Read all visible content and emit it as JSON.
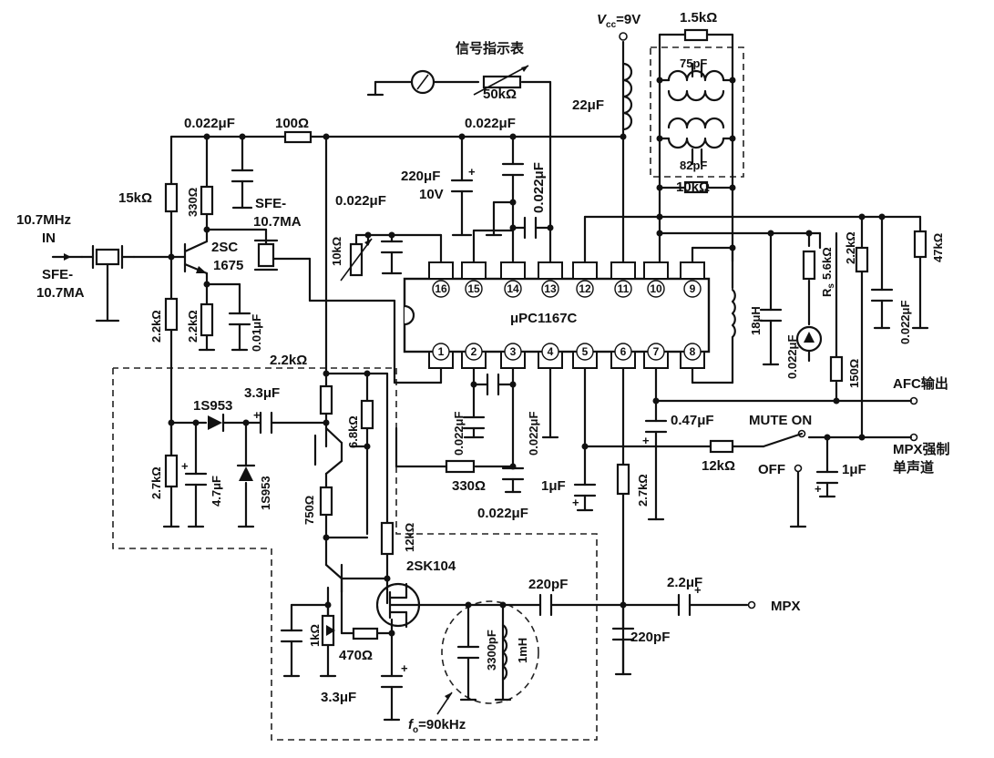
{
  "labels": {
    "vcc": "V",
    "vcc_sub": "cc",
    "vcc_val": "=9V",
    "r_1k5": "1.5kΩ",
    "c_75p": "75pF",
    "c_82p": "82pF",
    "r_10k_top": "10kΩ",
    "meter": "信号指示表",
    "r_50k": "50kΩ",
    "l_22u": "22μF",
    "c_0022_a": "0.022μF",
    "r_100": "100Ω",
    "c_0022_b": "0.022μF",
    "c_220u": "220μF",
    "v_10v": "10V",
    "c_0022_c": "0.022μF",
    "c_0022_d": "0.022μF",
    "r_10k_var": "10kΩ",
    "sfe_mid_1": "SFE-",
    "sfe_mid_2": "10.7MA",
    "r_15k": "15kΩ",
    "r_330": "330Ω",
    "q1_1": "2SC",
    "q1_2": "1675",
    "in_1": "10.7MHz",
    "in_2": "IN",
    "sfe_in_1": "SFE-",
    "sfe_in_2": "10.7MA",
    "r_22k_a": "2.2kΩ",
    "r_22k_b": "2.2kΩ",
    "c_001": "0.01μF",
    "ic_name": "μPC1167C",
    "l_18u": "18μH",
    "c_0022_e": "0.022μF",
    "rs": "R",
    "rs_sub": "s",
    "rs_val": "5.6kΩ",
    "r_22k_c": "2.2kΩ",
    "c_0022_f": "0.022μF",
    "r_47k": "47kΩ",
    "r_150": "150Ω",
    "afc": "AFC输出",
    "r_22k_d": "2.2kΩ",
    "c_33u_a": "3.3μF",
    "d1": "1S953",
    "r_68k": "6.8kΩ",
    "r_27k_a": "2.7kΩ",
    "c_47u": "4.7μF",
    "d2": "1S953",
    "r_750": "750Ω",
    "c_0022_g": "0.022μF",
    "c_0022_h": "0.022μF",
    "r_330b": "330Ω",
    "c_0022_i": "0.022μF",
    "c_047": "0.47μF",
    "mute_on": "MUTE ON",
    "mpx_forced_1": "MPX强制",
    "mpx_forced_2": "单声道",
    "r_12k_a": "12kΩ",
    "off": "OFF",
    "c_1u_a": "1μF",
    "c_1u_b": "1μF",
    "r_27k_b": "2.7kΩ",
    "r_12k_b": "12kΩ",
    "fet": "2SK104",
    "c_220p_a": "220pF",
    "c_22u": "2.2μF",
    "mpx": "MPX",
    "c_220p_b": "220pF",
    "r_1k": "1kΩ",
    "r_470": "470Ω",
    "c_3300p": "3300pF",
    "l_1m": "1mH",
    "c_33u_b": "3.3μF",
    "fo": "f",
    "fo_sub": "o",
    "fo_val": "=90kHz"
  },
  "pins_top": [
    "16",
    "15",
    "14",
    "13",
    "12",
    "11",
    "10",
    "9"
  ],
  "pins_bottom": [
    "1",
    "2",
    "3",
    "4",
    "5",
    "6",
    "7",
    "8"
  ]
}
